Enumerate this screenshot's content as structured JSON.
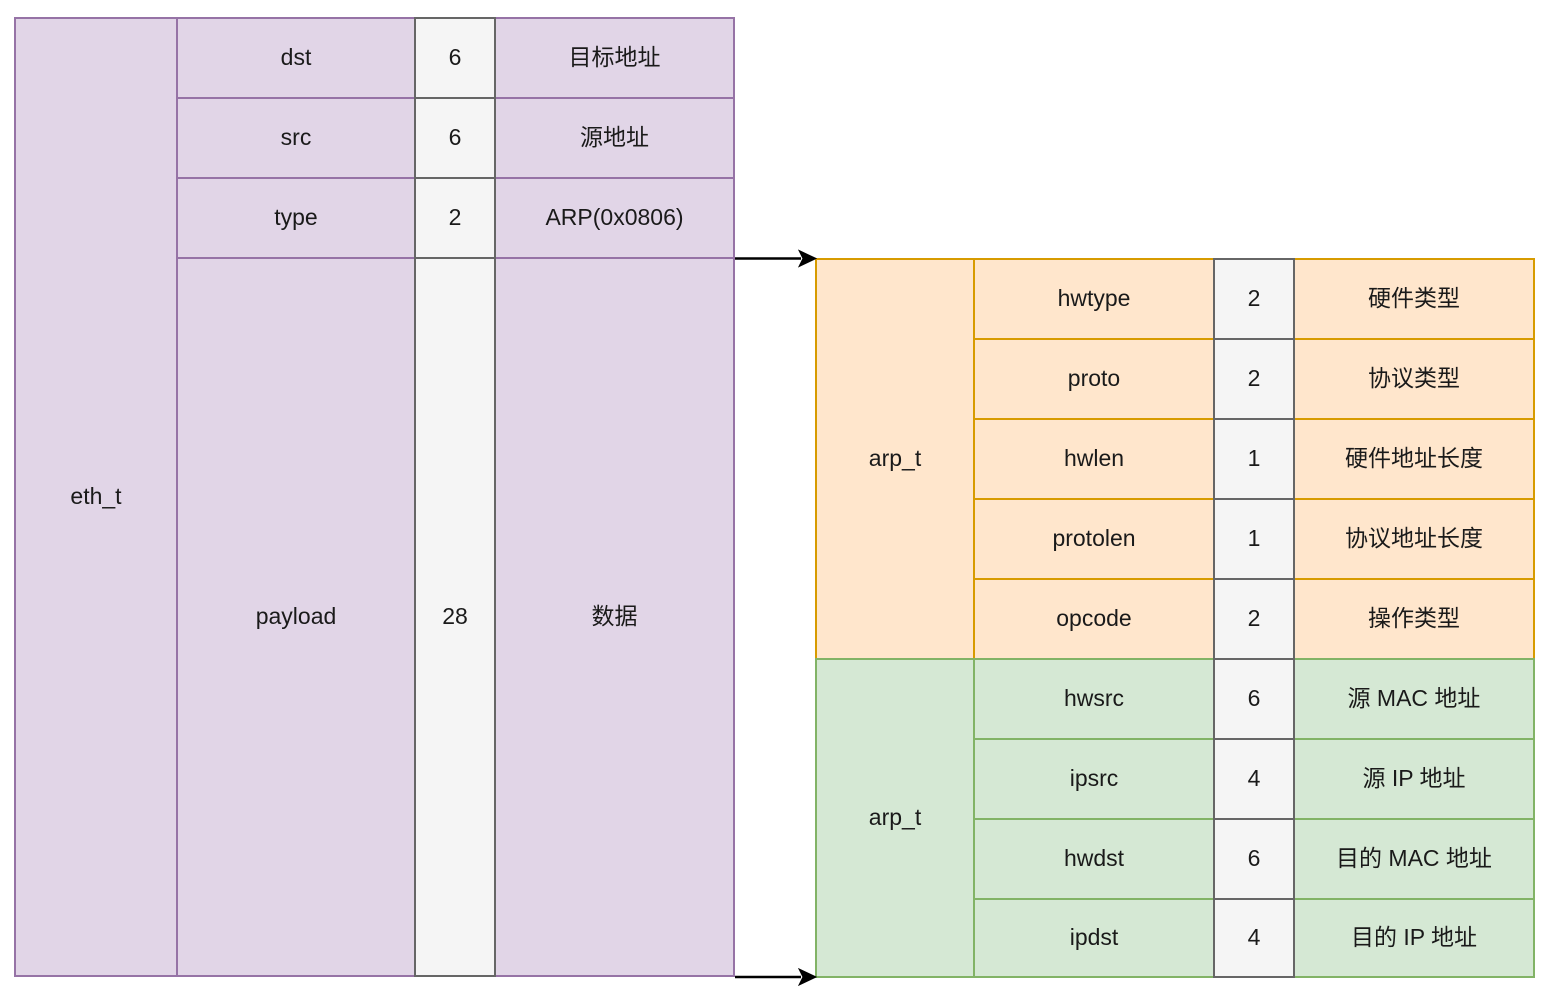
{
  "colors": {
    "background": "#FFFFFF",
    "eth_fill": "#E1D5E7",
    "eth_stroke": "#9673A6",
    "arp_header_fill": "#FFE6CC",
    "arp_header_stroke": "#D79B00",
    "arp_body_fill": "#D5E8D4",
    "arp_body_stroke": "#82B366",
    "size_col_fill": "#F5F5F5",
    "size_col_stroke": "#666666",
    "arrow": "#000000"
  },
  "eth": {
    "label": "eth_t",
    "rows": [
      {
        "field": "dst",
        "size": "6",
        "desc": "目标地址"
      },
      {
        "field": "src",
        "size": "6",
        "desc": "源地址"
      },
      {
        "field": "type",
        "size": "2",
        "desc": "ARP(0x0806)"
      },
      {
        "field": "payload",
        "size": "28",
        "desc": "数据"
      }
    ]
  },
  "arp_header": {
    "label": "arp_t",
    "rows": [
      {
        "field": "hwtype",
        "size": "2",
        "desc": "硬件类型"
      },
      {
        "field": "proto",
        "size": "2",
        "desc": "协议类型"
      },
      {
        "field": "hwlen",
        "size": "1",
        "desc": "硬件地址长度"
      },
      {
        "field": "protolen",
        "size": "1",
        "desc": "协议地址长度"
      },
      {
        "field": "opcode",
        "size": "2",
        "desc": "操作类型"
      }
    ]
  },
  "arp_body": {
    "label": "arp_t",
    "rows": [
      {
        "field": "hwsrc",
        "size": "6",
        "desc": "源 MAC 地址"
      },
      {
        "field": "ipsrc",
        "size": "4",
        "desc": "源 IP 地址"
      },
      {
        "field": "hwdst",
        "size": "6",
        "desc": "目的 MAC 地址"
      },
      {
        "field": "ipdst",
        "size": "4",
        "desc": "目的 IP 地址"
      }
    ]
  }
}
